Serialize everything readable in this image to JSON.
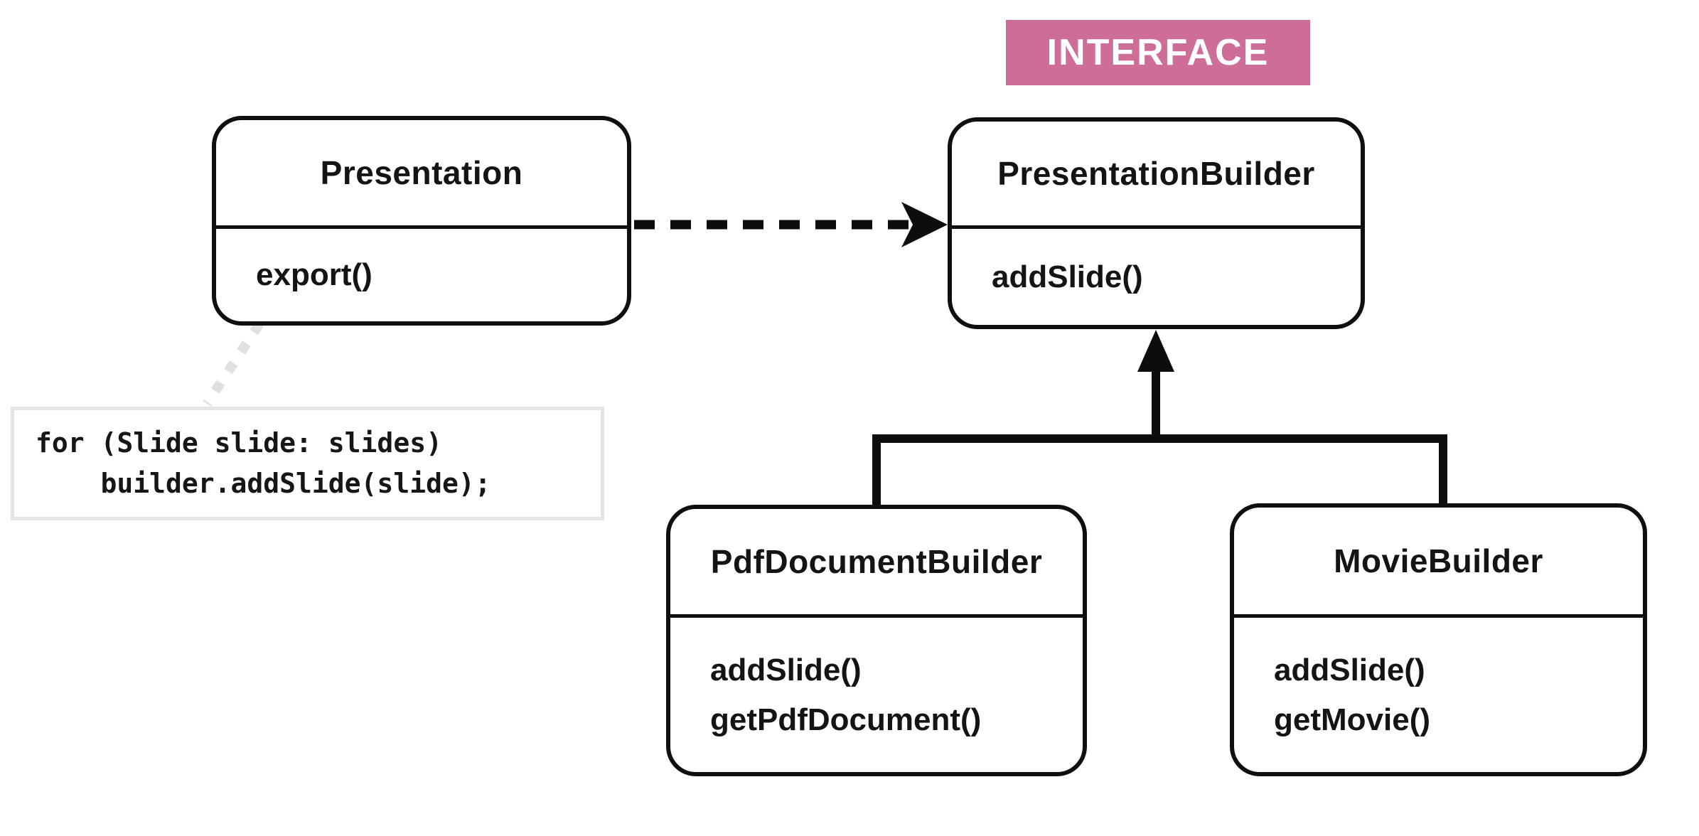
{
  "diagram": {
    "badge": {
      "label": "INTERFACE"
    },
    "classes": {
      "presentation": {
        "name": "Presentation",
        "methods": [
          "export()"
        ]
      },
      "presentation_builder": {
        "name": "PresentationBuilder",
        "methods": [
          "addSlide()"
        ]
      },
      "pdf_document_builder": {
        "name": "PdfDocumentBuilder",
        "methods": [
          "addSlide()",
          "getPdfDocument()"
        ]
      },
      "movie_builder": {
        "name": "MovieBuilder",
        "methods": [
          "addSlide()",
          "getMovie()"
        ]
      }
    },
    "code_note": {
      "lines": [
        "for (Slide slide: slides)",
        "    builder.addSlide(slide);"
      ]
    },
    "relationships": [
      {
        "type": "dependency",
        "from": "Presentation",
        "to": "PresentationBuilder",
        "style": "dashed-arrow"
      },
      {
        "type": "realization",
        "from": "PdfDocumentBuilder",
        "to": "PresentationBuilder",
        "style": "solid-line-filled-triangle"
      },
      {
        "type": "realization",
        "from": "MovieBuilder",
        "to": "PresentationBuilder",
        "style": "solid-line-filled-triangle"
      },
      {
        "type": "note-link",
        "from": "Presentation.export()",
        "to": "code_note",
        "style": "dotted"
      }
    ],
    "colors": {
      "badge_bg": "#cf6d99",
      "badge_fg": "#ffffff",
      "box_border": "#0f0f0f",
      "background": "#ffffff",
      "note_border": "#e4e4e4",
      "note_connector": "#e0e0e0",
      "line_color": "#0d0d0d"
    }
  }
}
